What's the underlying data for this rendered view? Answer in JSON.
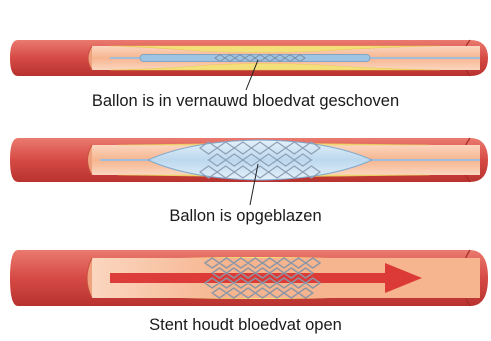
{
  "steps": [
    {
      "caption": "Ballon is in vernauwd bloedvat geschoven"
    },
    {
      "caption": "Ballon is opgeblazen"
    },
    {
      "caption": "Stent houdt bloedvat open"
    }
  ],
  "colors": {
    "vessel_wall": "#d64a45",
    "vessel_wall_dark": "#b8322f",
    "vessel_wall_light": "#ea7a6f",
    "lumen": "#f6b58f",
    "lumen_light": "#fbd6bf",
    "plaque": "#f4e07a",
    "balloon": "#bcd8ee",
    "balloon_dark": "#7fa9cf",
    "catheter": "#a9c8e2",
    "stent": "#9aa8b8",
    "arrow": "#d93030",
    "leader": "#222222"
  }
}
